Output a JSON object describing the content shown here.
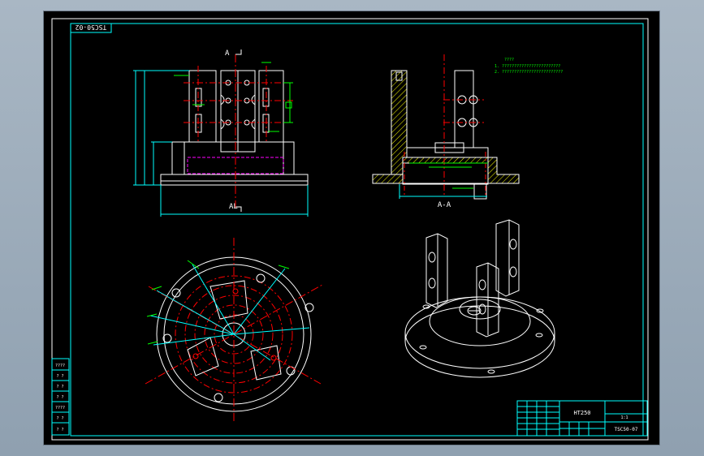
{
  "sheet": {
    "background": "#000000",
    "frame_color": "#00ffff",
    "line_color": "#ffffff",
    "center_line_color": "#ff0000",
    "dimension_color": "#00ff00",
    "hidden_line_color": "#ff00ff",
    "hatch_color": "#ffff00"
  },
  "drawing_number_tab": "TSC50-02",
  "views": {
    "front": {
      "section_marker_top": "A",
      "section_marker_bottom": "AL"
    },
    "section": {
      "label": "A-A"
    },
    "section_notes": [
      "????",
      "1. ????????????????????????",
      "2. ?????????????????????????"
    ]
  },
  "title_block": {
    "material": "HT250",
    "scale": "1:1",
    "drawing_number": "TSC50-07"
  },
  "left_strip": {
    "cells": [
      "????",
      "? ?",
      "? ?",
      "? ?",
      "????",
      "? ?",
      "? ?"
    ]
  }
}
